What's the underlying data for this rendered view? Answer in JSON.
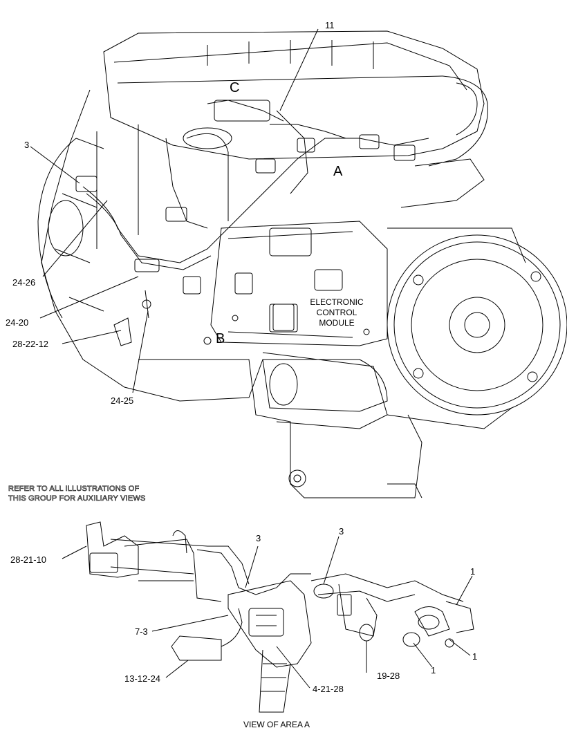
{
  "area_letters": {
    "a": "A",
    "b": "B",
    "c": "C"
  },
  "ecm_label": {
    "line1": "ELECTRONIC",
    "line2": "CONTROL",
    "line3": "MODULE"
  },
  "callouts_main": {
    "c11": "11",
    "c3": "3",
    "c24_26": "24-26",
    "c24_20": "24-20",
    "c28_22_12": "28-22-12",
    "c24_25": "24-25"
  },
  "note": {
    "line1": "REFER TO ALL ILLUSTRATIONS OF",
    "line2": "THIS GROUP FOR AUXILIARY VIEWS"
  },
  "callouts_view": {
    "c28_21_10": "28-21-10",
    "c3_left": "3",
    "c3_right": "3",
    "c1_top": "1",
    "c1_right": "1",
    "c1_bottom": "1",
    "c7_3": "7-3",
    "c13_12_24": "13-12-24",
    "c4_21_28": "4-21-28",
    "c19_28": "19-28"
  },
  "view_caption": "VIEW OF AREA  A"
}
